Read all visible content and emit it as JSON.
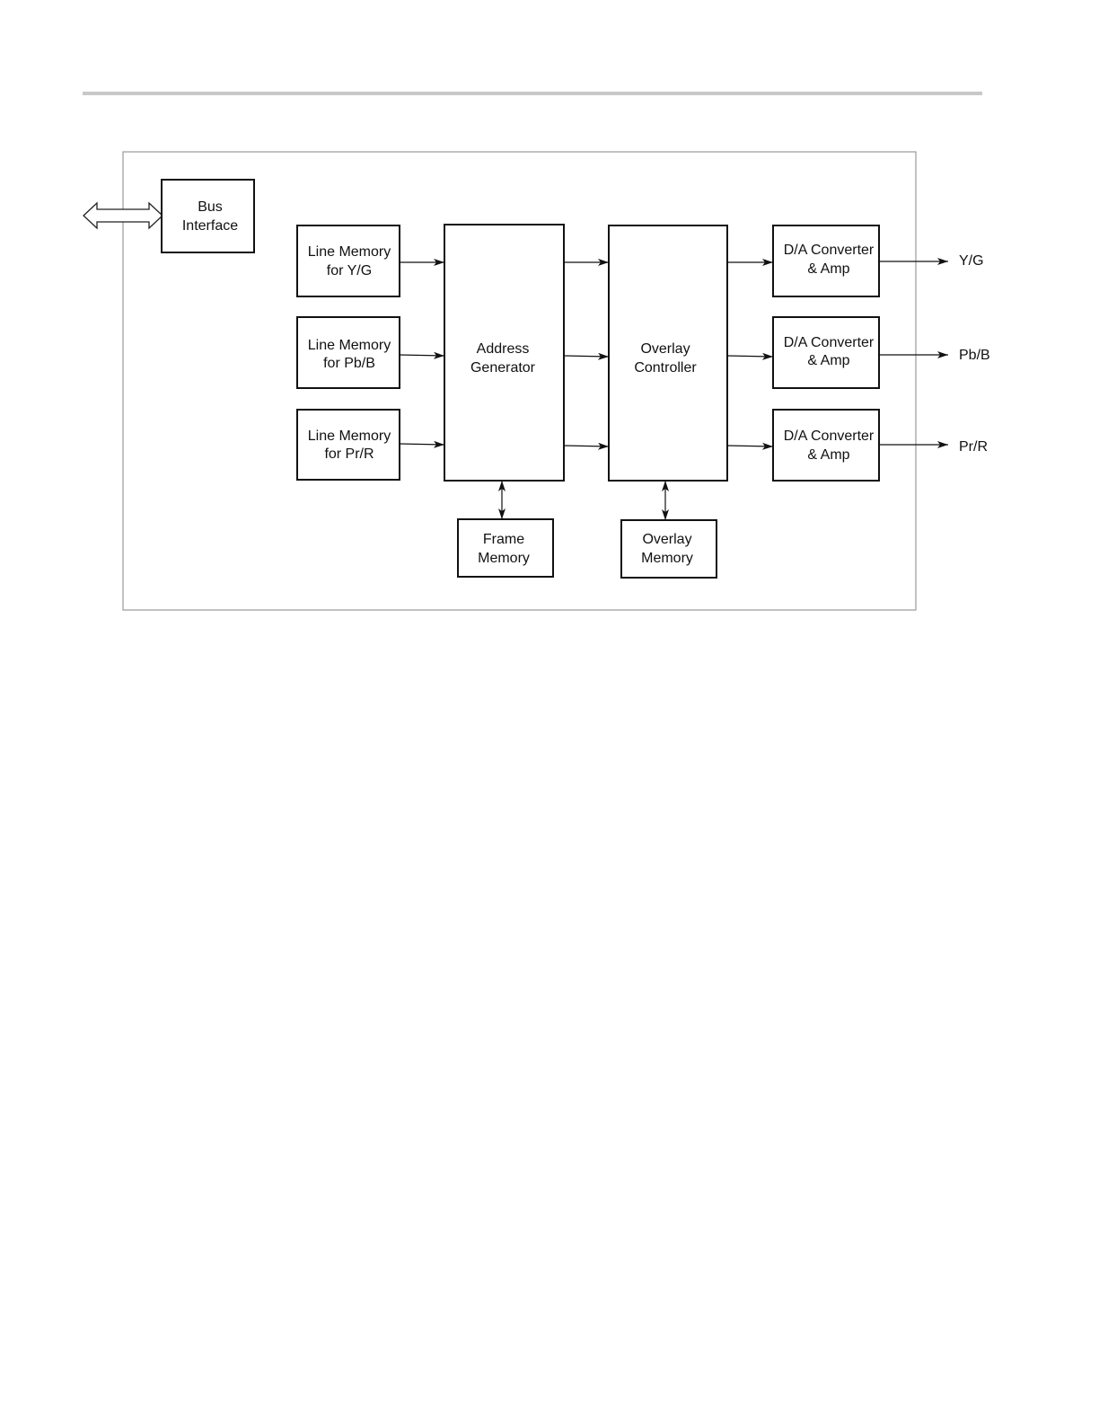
{
  "diagram": {
    "blocks": {
      "bus_interface": [
        "Bus",
        "Interface"
      ],
      "line_memory_yg": [
        "Line Memory",
        "for Y/G"
      ],
      "line_memory_pbb": [
        "Line Memory",
        "for Pb/B"
      ],
      "line_memory_prr": [
        "Line Memory",
        "for Pr/R"
      ],
      "address_generator": [
        "Address",
        "Generator"
      ],
      "overlay_controller": [
        "Overlay",
        "Controller"
      ],
      "dac_yg": [
        "D/A Converter",
        "& Amp"
      ],
      "dac_pbb": [
        "D/A Converter",
        "& Amp"
      ],
      "dac_prr": [
        "D/A Converter",
        "& Amp"
      ],
      "frame_memory": [
        "Frame",
        "Memory"
      ],
      "overlay_memory": [
        "Overlay",
        "Memory"
      ]
    },
    "outputs": {
      "yg": "Y/G",
      "pbb": "Pb/B",
      "prr": "Pr/R"
    }
  }
}
